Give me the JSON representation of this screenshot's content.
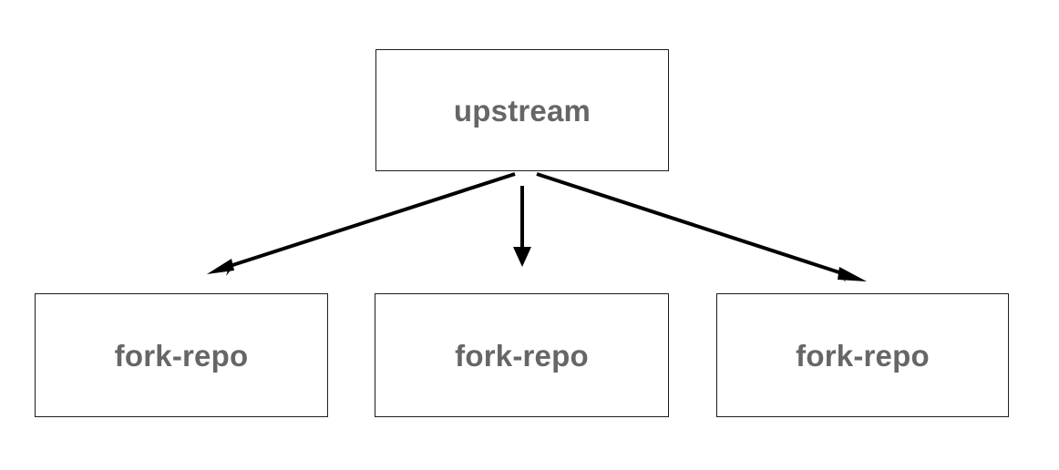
{
  "diagram": {
    "title_text": "",
    "background_color": "#ffffff",
    "box_border_color": "#1c1c1c",
    "box_fill_color": "#ffffff",
    "label_color": "#666666",
    "edge_color": "#000000",
    "nodes": [
      {
        "id": "upstream",
        "label": "upstream",
        "role": "source-repository"
      },
      {
        "id": "fork-1",
        "label": "fork-repo",
        "role": "forked-repository"
      },
      {
        "id": "fork-2",
        "label": "fork-repo",
        "role": "forked-repository"
      },
      {
        "id": "fork-3",
        "label": "fork-repo",
        "role": "forked-repository"
      }
    ],
    "edges": [
      {
        "from": "upstream",
        "to": "fork-1",
        "direction": "down-left",
        "arrowhead": true,
        "label": ""
      },
      {
        "from": "upstream",
        "to": "fork-2",
        "direction": "down",
        "arrowhead": true,
        "label": ""
      },
      {
        "from": "upstream",
        "to": "fork-3",
        "direction": "down-right",
        "arrowhead": true,
        "label": ""
      }
    ]
  }
}
